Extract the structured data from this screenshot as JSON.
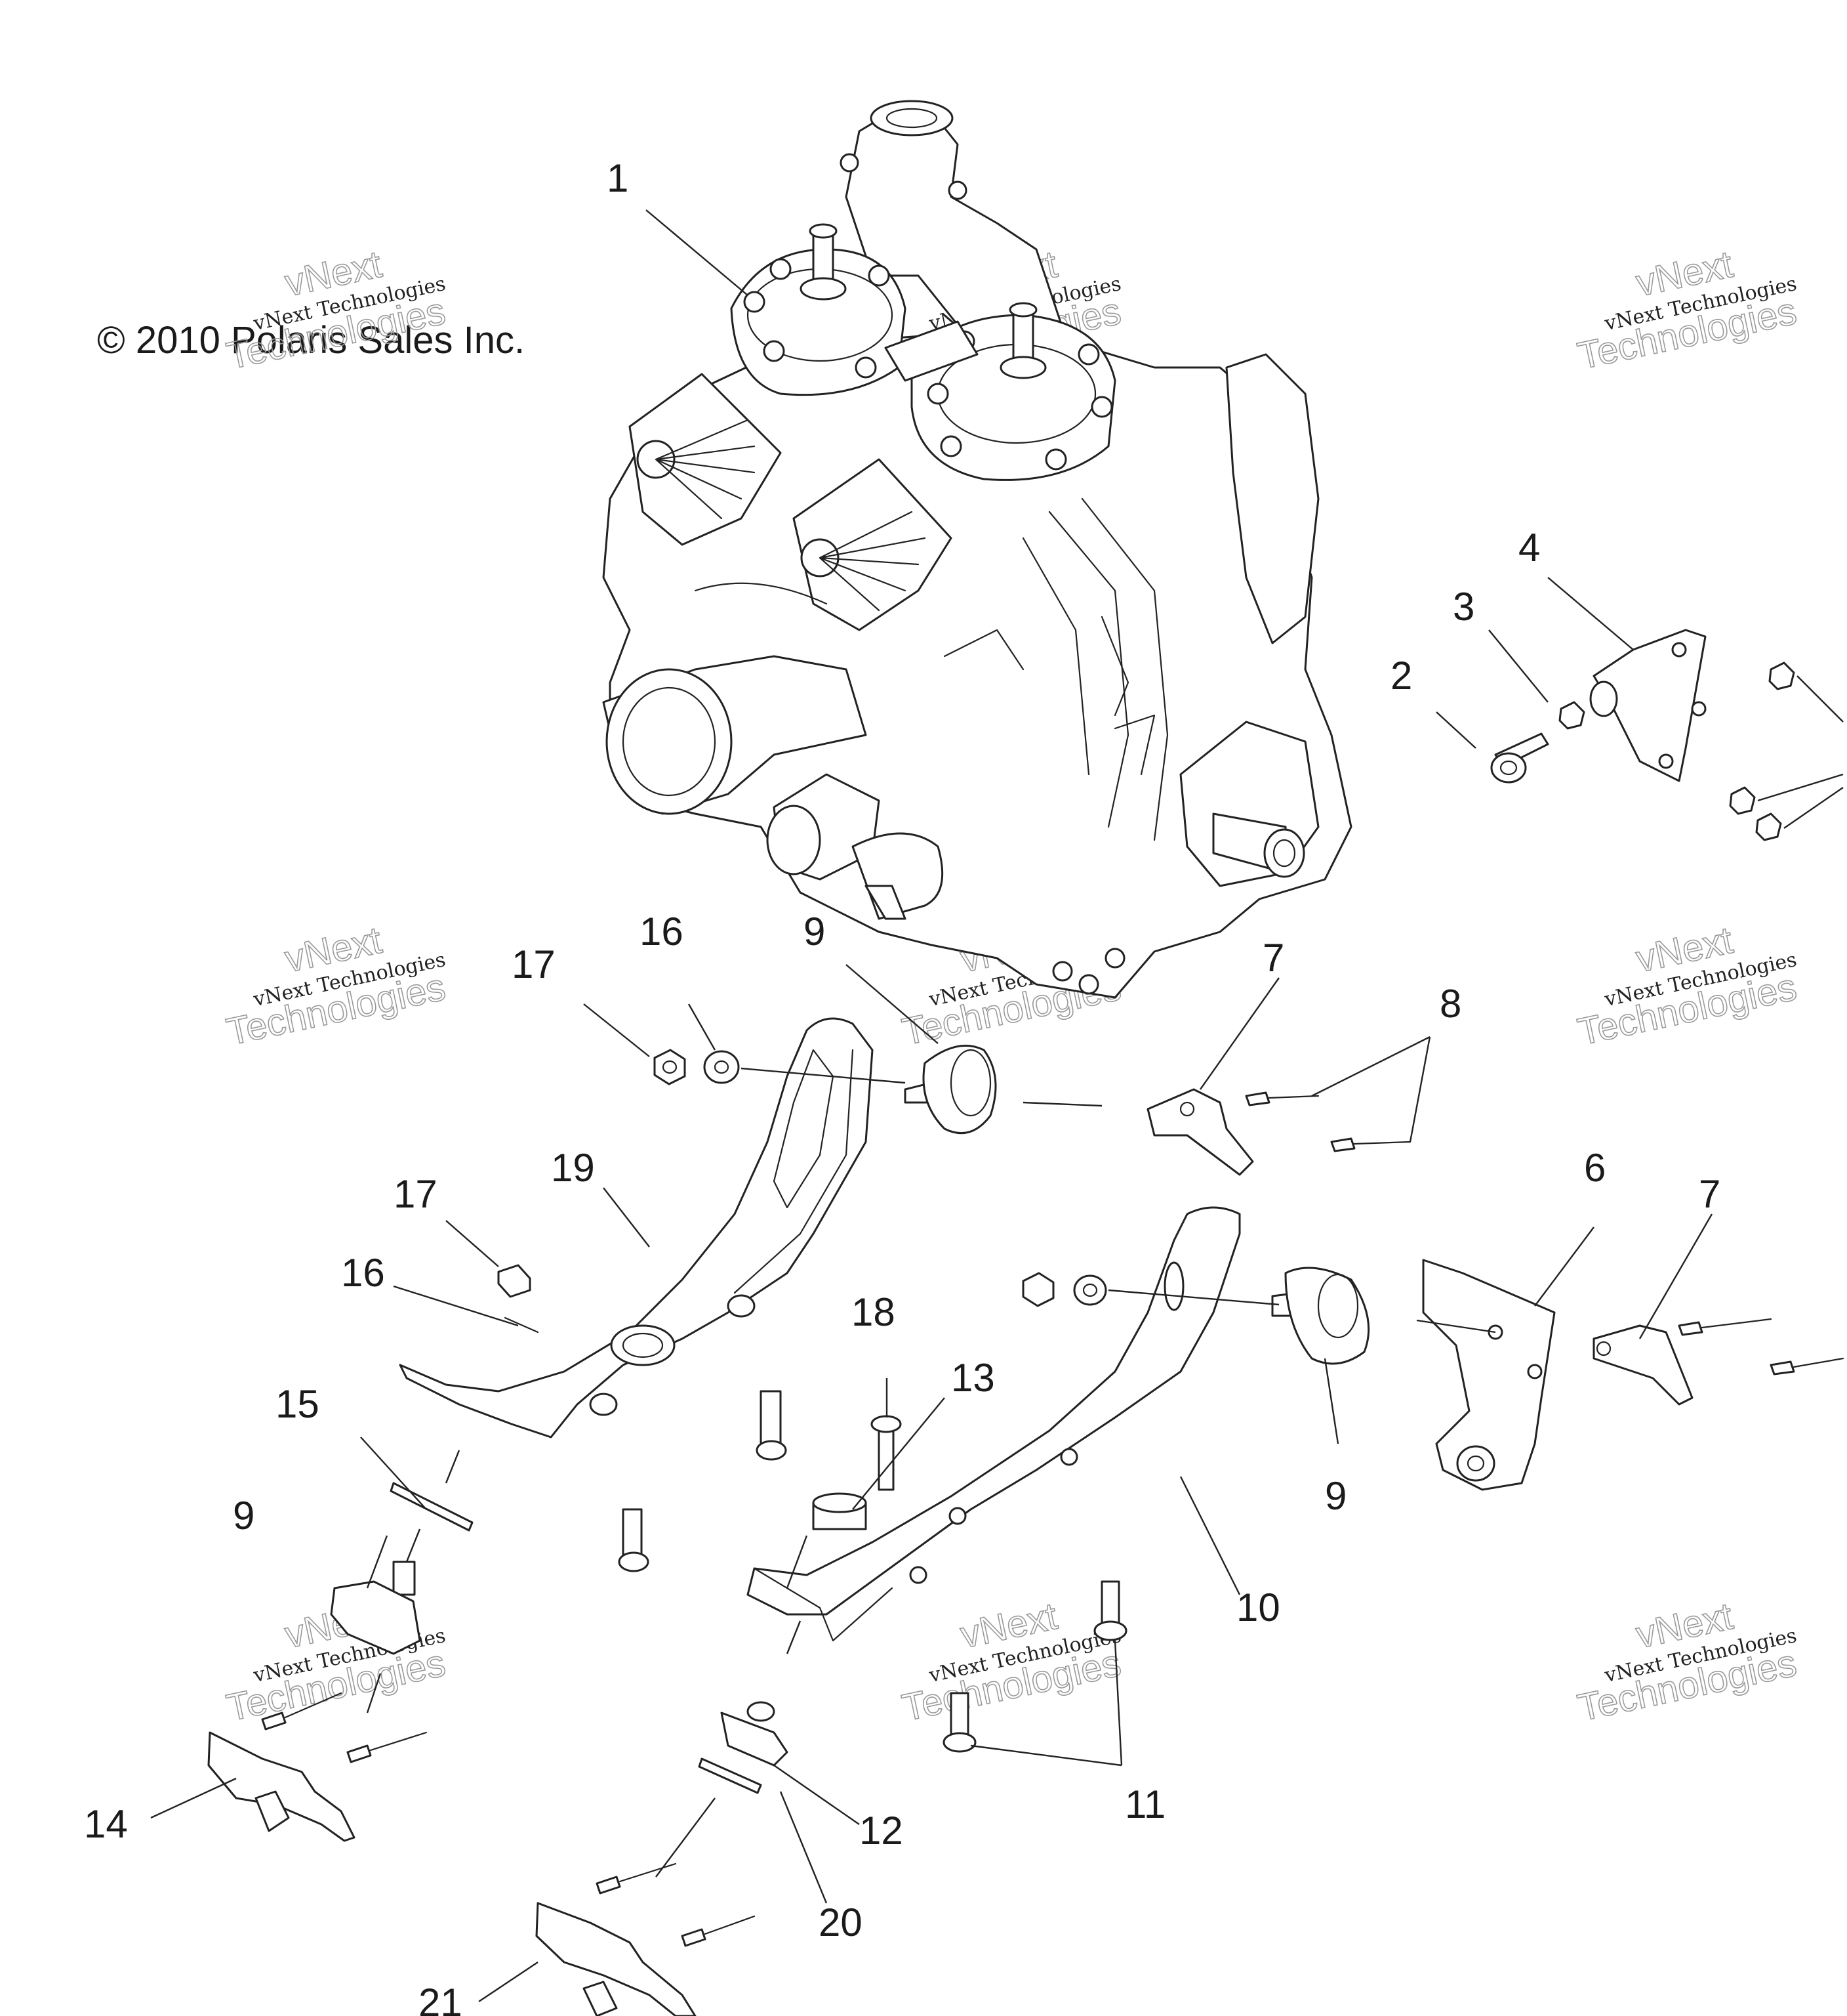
{
  "copyright": "© 2010 Polaris Sales Inc.",
  "watermark": {
    "line1": "vNext",
    "line2": "vNext Technologies",
    "line3": "Technologies"
  },
  "callouts": [
    "1",
    "2",
    "3",
    "4",
    "6",
    "7",
    "7",
    "8",
    "9",
    "9",
    "9",
    "10",
    "11",
    "12",
    "13",
    "14",
    "15",
    "16",
    "16",
    "17",
    "17",
    "18",
    "19",
    "20",
    "21"
  ]
}
